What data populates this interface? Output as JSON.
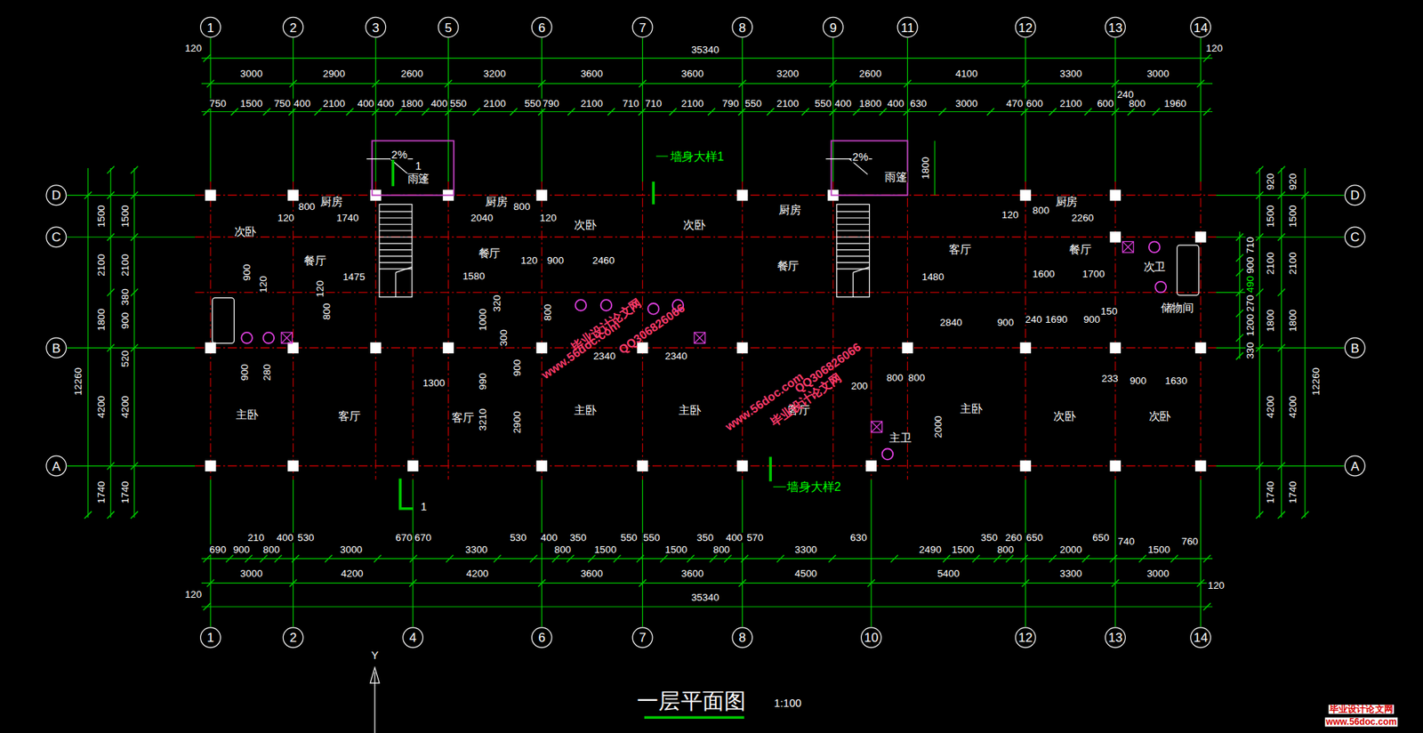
{
  "diagram": {
    "title": "一层平面图",
    "labels": [
      "1",
      "2",
      "3",
      "5",
      "6",
      "7",
      "8",
      "9",
      "11",
      "12",
      "13",
      "14",
      "1",
      "2",
      "4",
      "6",
      "7",
      "8",
      "10",
      "12",
      "13",
      "14",
      "D",
      "C",
      "B",
      "A",
      "D",
      "C",
      "B",
      "A",
      "120",
      "35340",
      "120",
      "3000",
      "2900",
      "2600",
      "3200",
      "3600",
      "3600",
      "3200",
      "2600",
      "4100",
      "3300",
      "3000",
      "750",
      "1500",
      "750",
      "400",
      "2100",
      "400",
      "400",
      "1800",
      "400",
      "550",
      "2100",
      "550",
      "790",
      "2100",
      "710",
      "710",
      "2100",
      "790",
      "550",
      "2100",
      "550",
      "400",
      "1800",
      "400",
      "630",
      "3000",
      "470",
      "600",
      "2100",
      "600",
      "240",
      "800",
      "1960",
      "690",
      "900",
      "210",
      "800",
      "400",
      "530",
      "3000",
      "670",
      "670",
      "3300",
      "530",
      "400",
      "350",
      "800",
      "1500",
      "550",
      "550",
      "1500",
      "350",
      "800",
      "400",
      "570",
      "3300",
      "630",
      "2490",
      "1500",
      "350",
      "800",
      "260",
      "650",
      "2000",
      "650",
      "740",
      "1500",
      "760",
      "3000",
      "4200",
      "4200",
      "3600",
      "3600",
      "4500",
      "5400",
      "3300",
      "3000",
      "120",
      "35340",
      "120",
      "1500",
      "2100",
      "1800",
      "4200",
      "1740",
      "1500",
      "2100",
      "380",
      "900",
      "520",
      "4200",
      "1740",
      "12260",
      "920",
      "1500",
      "2100",
      "1800",
      "4200",
      "1740",
      "920",
      "1500",
      "2100",
      "1800",
      "4200",
      "1740",
      "12260",
      "710",
      "900",
      "490",
      "270",
      "1200",
      "330",
      "次卧",
      "厨房",
      "餐厅",
      "厨房",
      "餐厅",
      "次卧",
      "次卧",
      "厨房",
      "餐厅",
      "主卧",
      "客厅",
      "客厅",
      "主卧",
      "主卧",
      "客厅",
      "客厅",
      "餐厅",
      "厨房",
      "次卫",
      "储物间",
      "主卫",
      "主卧",
      "次卧",
      "次卧",
      "雨篷",
      "雨篷",
      "800",
      "120",
      "1740",
      "900",
      "120",
      "1475",
      "120",
      "800",
      "2040",
      "800",
      "120",
      "1580",
      "900",
      "120",
      "2460",
      "320",
      "1000",
      "300",
      "990",
      "900",
      "3210",
      "2900",
      "800",
      "1300",
      "900",
      "280",
      "2340",
      "2340",
      "1480",
      "1600",
      "1700",
      "2840",
      "900",
      "240",
      "1690",
      "900",
      "150",
      "800",
      "2260",
      "120",
      "200",
      "800",
      "800",
      "2000",
      "233",
      "900",
      "1630",
      "1800",
      "2%",
      "2%",
      "1",
      "1",
      "Y",
      "1:100",
      "墙身大样1",
      "墙身大样2",
      "毕业设计论文网",
      "www.56doc.com",
      "QQ306826066",
      "www.56doc.com",
      "QQ306826066",
      "毕业设计论文网",
      "毕业设计论文网",
      "www.56doc.com"
    ]
  }
}
